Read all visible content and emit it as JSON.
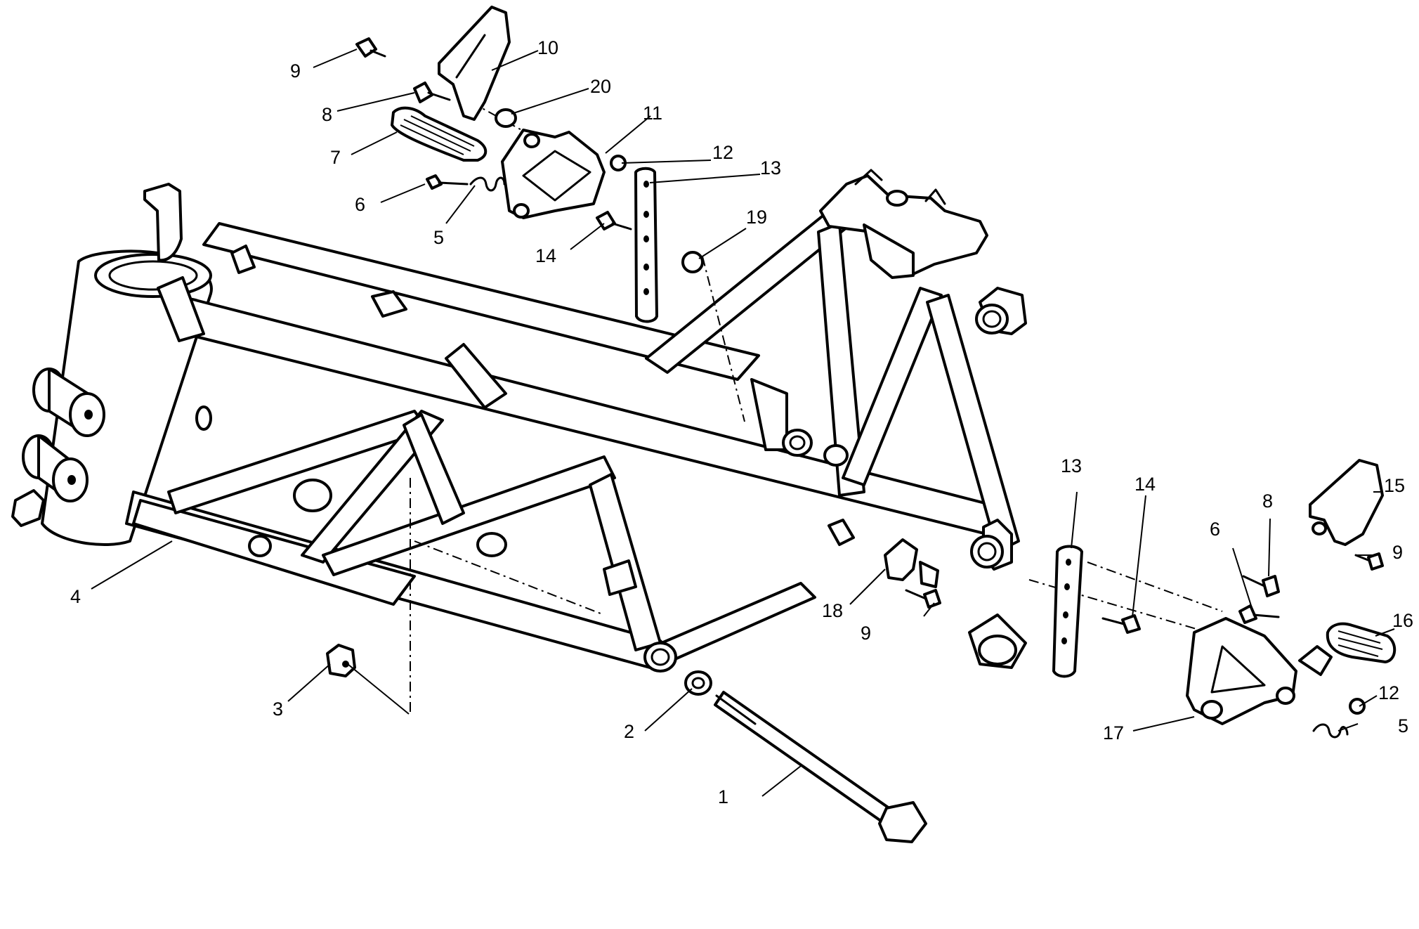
{
  "callouts": [
    {
      "id": "c1",
      "label": "1"
    },
    {
      "id": "c2",
      "label": "2"
    },
    {
      "id": "c3",
      "label": "3"
    },
    {
      "id": "c4",
      "label": "4"
    },
    {
      "id": "c5a",
      "label": "5"
    },
    {
      "id": "c5b",
      "label": "5"
    },
    {
      "id": "c6a",
      "label": "6"
    },
    {
      "id": "c6b",
      "label": "6"
    },
    {
      "id": "c7",
      "label": "7"
    },
    {
      "id": "c8a",
      "label": "8"
    },
    {
      "id": "c8b",
      "label": "8"
    },
    {
      "id": "c9a",
      "label": "9"
    },
    {
      "id": "c9b",
      "label": "9"
    },
    {
      "id": "c9c",
      "label": "9"
    },
    {
      "id": "c10",
      "label": "10"
    },
    {
      "id": "c11",
      "label": "11"
    },
    {
      "id": "c12a",
      "label": "12"
    },
    {
      "id": "c12b",
      "label": "12"
    },
    {
      "id": "c13a",
      "label": "13"
    },
    {
      "id": "c13b",
      "label": "13"
    },
    {
      "id": "c14a",
      "label": "14"
    },
    {
      "id": "c14b",
      "label": "14"
    },
    {
      "id": "c15",
      "label": "15"
    },
    {
      "id": "c16",
      "label": "16"
    },
    {
      "id": "c17",
      "label": "17"
    },
    {
      "id": "c18",
      "label": "18"
    },
    {
      "id": "c19",
      "label": "19"
    },
    {
      "id": "c20",
      "label": "20"
    }
  ]
}
